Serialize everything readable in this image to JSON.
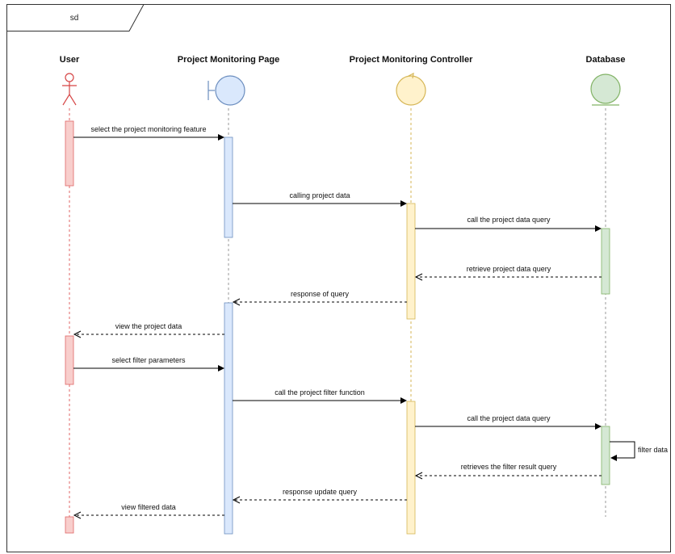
{
  "frame": {
    "label": "sd"
  },
  "participants": [
    {
      "id": "user",
      "name": "User",
      "kind": "actor",
      "color": "#f8cecc",
      "stroke": "#b85450"
    },
    {
      "id": "page",
      "name": "Project Monitoring Page",
      "kind": "boundary",
      "color": "#dae8fc",
      "stroke": "#6c8ebf"
    },
    {
      "id": "ctrl",
      "name": "Project Monitoring Controller",
      "kind": "control",
      "color": "#fff2cc",
      "stroke": "#d6b656"
    },
    {
      "id": "db",
      "name": "Database",
      "kind": "entity",
      "color": "#d5e8d4",
      "stroke": "#82b366"
    }
  ],
  "messages": [
    {
      "from": "user",
      "to": "page",
      "label": "select the project monitoring feature",
      "type": "sync"
    },
    {
      "from": "page",
      "to": "ctrl",
      "label": "calling project data",
      "type": "sync"
    },
    {
      "from": "ctrl",
      "to": "db",
      "label": "call the project data query",
      "type": "sync"
    },
    {
      "from": "db",
      "to": "ctrl",
      "label": "retrieve project data query",
      "type": "return"
    },
    {
      "from": "ctrl",
      "to": "page",
      "label": "response of query",
      "type": "return"
    },
    {
      "from": "page",
      "to": "user",
      "label": "view the project data",
      "type": "return"
    },
    {
      "from": "user",
      "to": "page",
      "label": "select filter parameters",
      "type": "sync"
    },
    {
      "from": "page",
      "to": "ctrl",
      "label": "call the project filter function",
      "type": "sync"
    },
    {
      "from": "ctrl",
      "to": "db",
      "label": "call the project data query",
      "type": "sync"
    },
    {
      "from": "db",
      "to": "db",
      "label": "filter data",
      "type": "self"
    },
    {
      "from": "db",
      "to": "ctrl",
      "label": "retrieves the filter result query",
      "type": "return"
    },
    {
      "from": "ctrl",
      "to": "page",
      "label": "response update query",
      "type": "return"
    },
    {
      "from": "page",
      "to": "user",
      "label": "view filtered data",
      "type": "return"
    }
  ]
}
